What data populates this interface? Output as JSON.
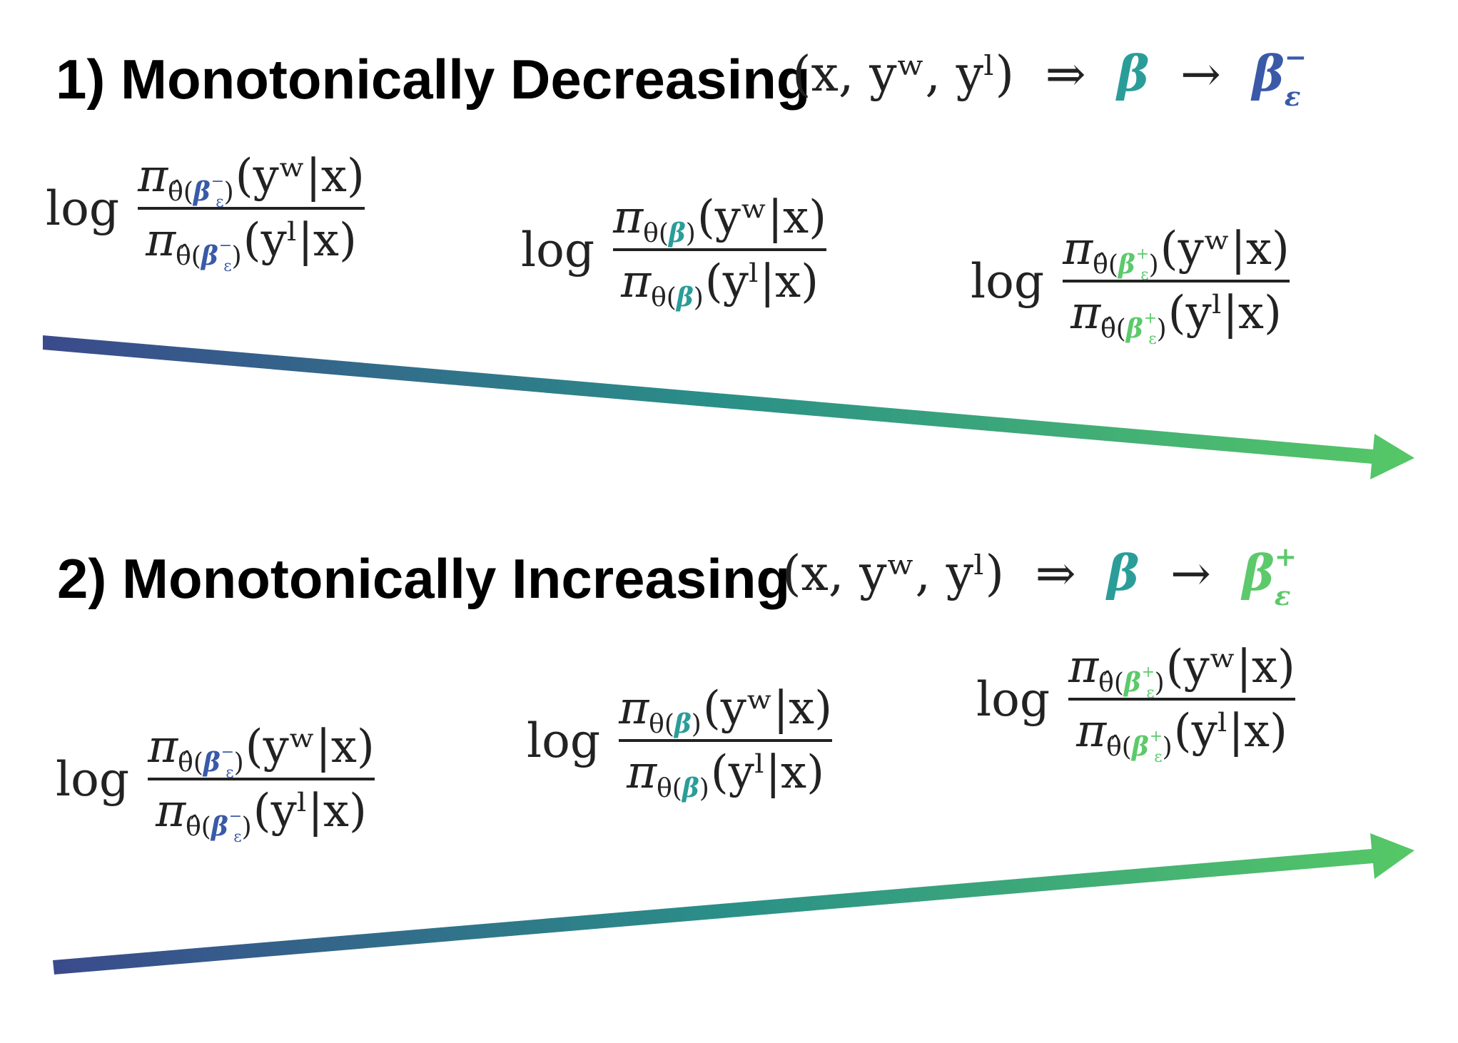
{
  "colors": {
    "beta": "#2a9d99",
    "beta_minus": "#3a5aa8",
    "beta_plus": "#5cc96b",
    "arrow_start": "#3a4a8c",
    "arrow_mid": "#2a9088",
    "arrow_end": "#56c866",
    "text": "#222222"
  },
  "panels": [
    {
      "heading": "1) Monotonically Decreasing",
      "tuple": "(x, yʷ, yˡ)",
      "implies": "⇒",
      "beta": "β",
      "to": "→",
      "target_beta": "β",
      "target_sub": "ε",
      "target_sup": "−",
      "direction": "decreasing"
    },
    {
      "heading": "2) Monotonically Increasing",
      "tuple": "(x, yʷ, yˡ)",
      "implies": "⇒",
      "beta": "β",
      "to": "→",
      "target_beta": "β",
      "target_sub": "ε",
      "target_sup": "+",
      "direction": "increasing"
    }
  ],
  "expr": {
    "log": "log",
    "pi": "π",
    "theta_hat": "θ̂",
    "theta": "θ",
    "beta": "β",
    "eps": "ε",
    "minus": "−",
    "plus": "+",
    "num_arg": "(yʷ|x)",
    "den_arg": "(yˡ|x)"
  }
}
